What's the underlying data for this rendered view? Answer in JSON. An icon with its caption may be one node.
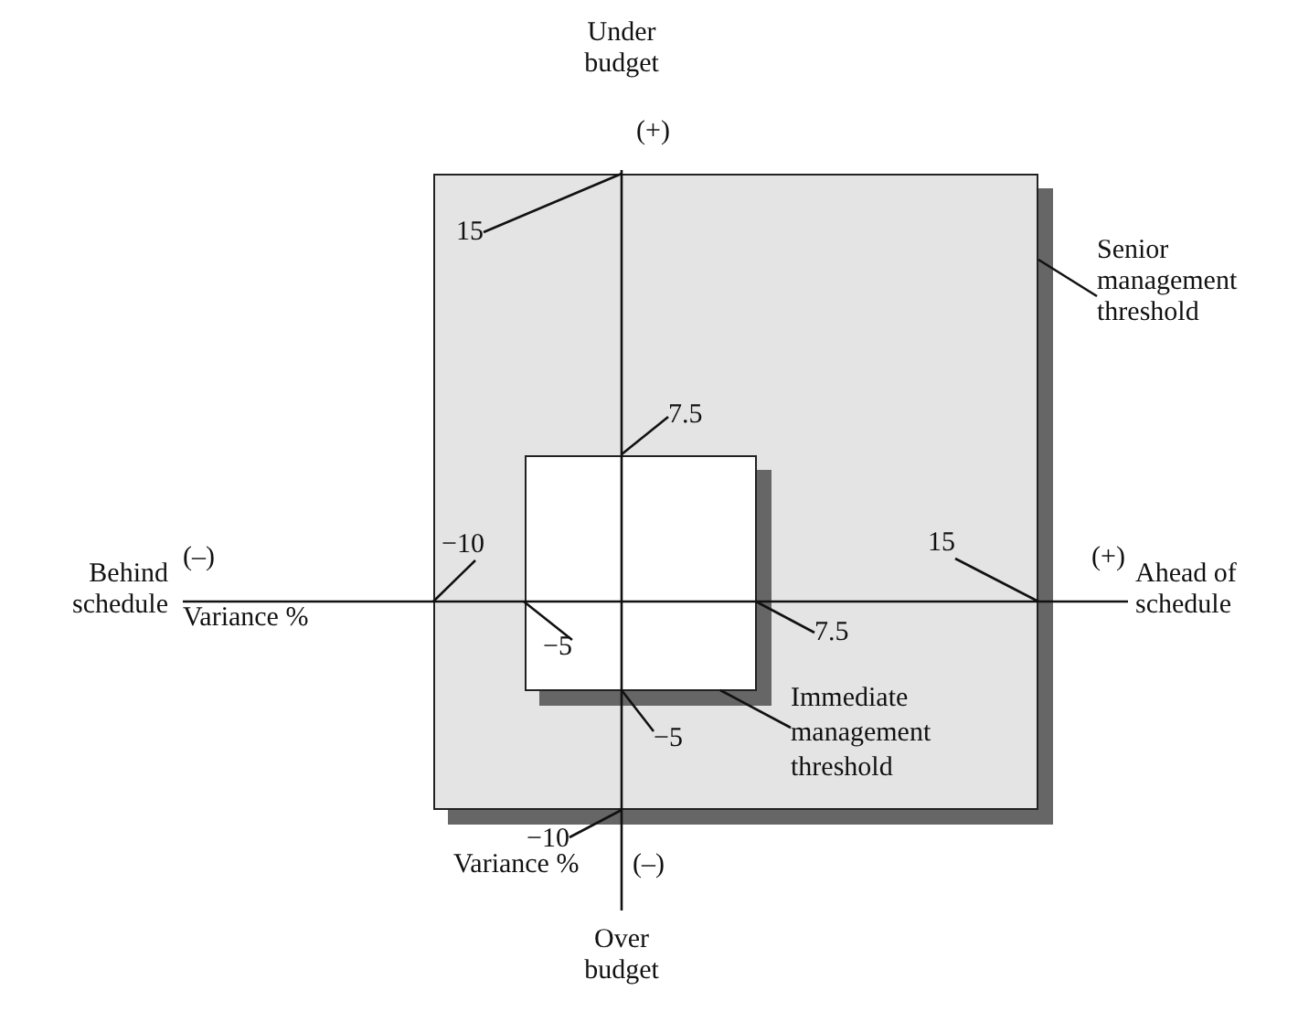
{
  "diagram": {
    "nodes": [
      {
        "text": [],
        "shape": "box"
      },
      {
        "text": [],
        "shape": "box",
        "in": 0
      },
      {
        "text": [
          "Senior management threshold"
        ]
      },
      {
        "text": [
          "Immediate management threshold"
        ],
        "in": 0
      },
      {
        "text": [
          "15"
        ],
        "in": 0
      },
      {
        "text": [
          "7.5"
        ],
        "in": 0
      },
      {
        "text": [
          "−10"
        ],
        "in": 0
      },
      {
        "text": [
          "15"
        ],
        "in": 0
      },
      {
        "text": [
          "−5"
        ],
        "in": 1
      },
      {
        "text": [
          "7.5"
        ],
        "in": 0
      },
      {
        "text": [
          "−5"
        ],
        "in": 0
      },
      {
        "text": [
          "−10"
        ]
      }
    ],
    "edges": [
      {
        "from": 2,
        "to": 0,
        "arrow": "none"
      },
      {
        "from": 3,
        "to": 1,
        "arrow": "none"
      },
      {
        "from": 4,
        "to": 0,
        "arrow": "none"
      },
      {
        "from": 5,
        "to": 1,
        "arrow": "none"
      },
      {
        "from": 6,
        "to": 0,
        "arrow": "none"
      },
      {
        "from": 7,
        "to": 0,
        "arrow": "none"
      },
      {
        "from": 8,
        "to": 1,
        "arrow": "none"
      },
      {
        "from": 9,
        "to": 1,
        "arrow": "none"
      },
      {
        "from": 10,
        "to": 1,
        "arrow": "none"
      },
      {
        "from": 11,
        "to": 0,
        "arrow": "none"
      }
    ],
    "labels": [
      "Under budget",
      "(+)",
      "Behind schedule",
      "(–)",
      "(+)",
      "Ahead of schedule",
      "Variance %",
      "Variance %",
      "(–)",
      "Over budget"
    ]
  }
}
